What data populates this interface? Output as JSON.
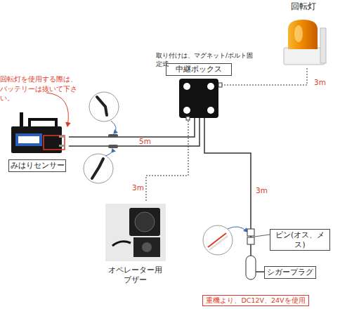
{
  "diagram": {
    "nodes": [
      {
        "text": [
          "回転灯"
        ]
      },
      {
        "text": [
          "中継ボックス"
        ]
      },
      {
        "text": [
          "みはりセンサー"
        ]
      },
      {
        "text": [
          "オペレーター用 ブザー"
        ]
      },
      {
        "text": [
          "ピン(オス、メス)"
        ]
      },
      {
        "text": [
          "シガープラグ"
        ]
      },
      {
        "text": [
          "重機より、DC12V、24Vを使用"
        ]
      }
    ],
    "edges": [
      {
        "from": 1,
        "to": 0,
        "arrow": "none",
        "label": "3m"
      },
      {
        "from": 1,
        "to": 2,
        "arrow": "none",
        "label": "5m"
      },
      {
        "from": 1,
        "to": 2,
        "arrow": "none"
      },
      {
        "from": 1,
        "to": 3,
        "arrow": "none",
        "label": "3m"
      },
      {
        "from": 1,
        "to": 5,
        "arrow": "none",
        "label": "3m"
      }
    ],
    "labels": [
      "取り付けは、マグネット/ボルト固定式",
      "回転灯を使用する際は、 バッテリーは抜いて下さい。"
    ]
  }
}
